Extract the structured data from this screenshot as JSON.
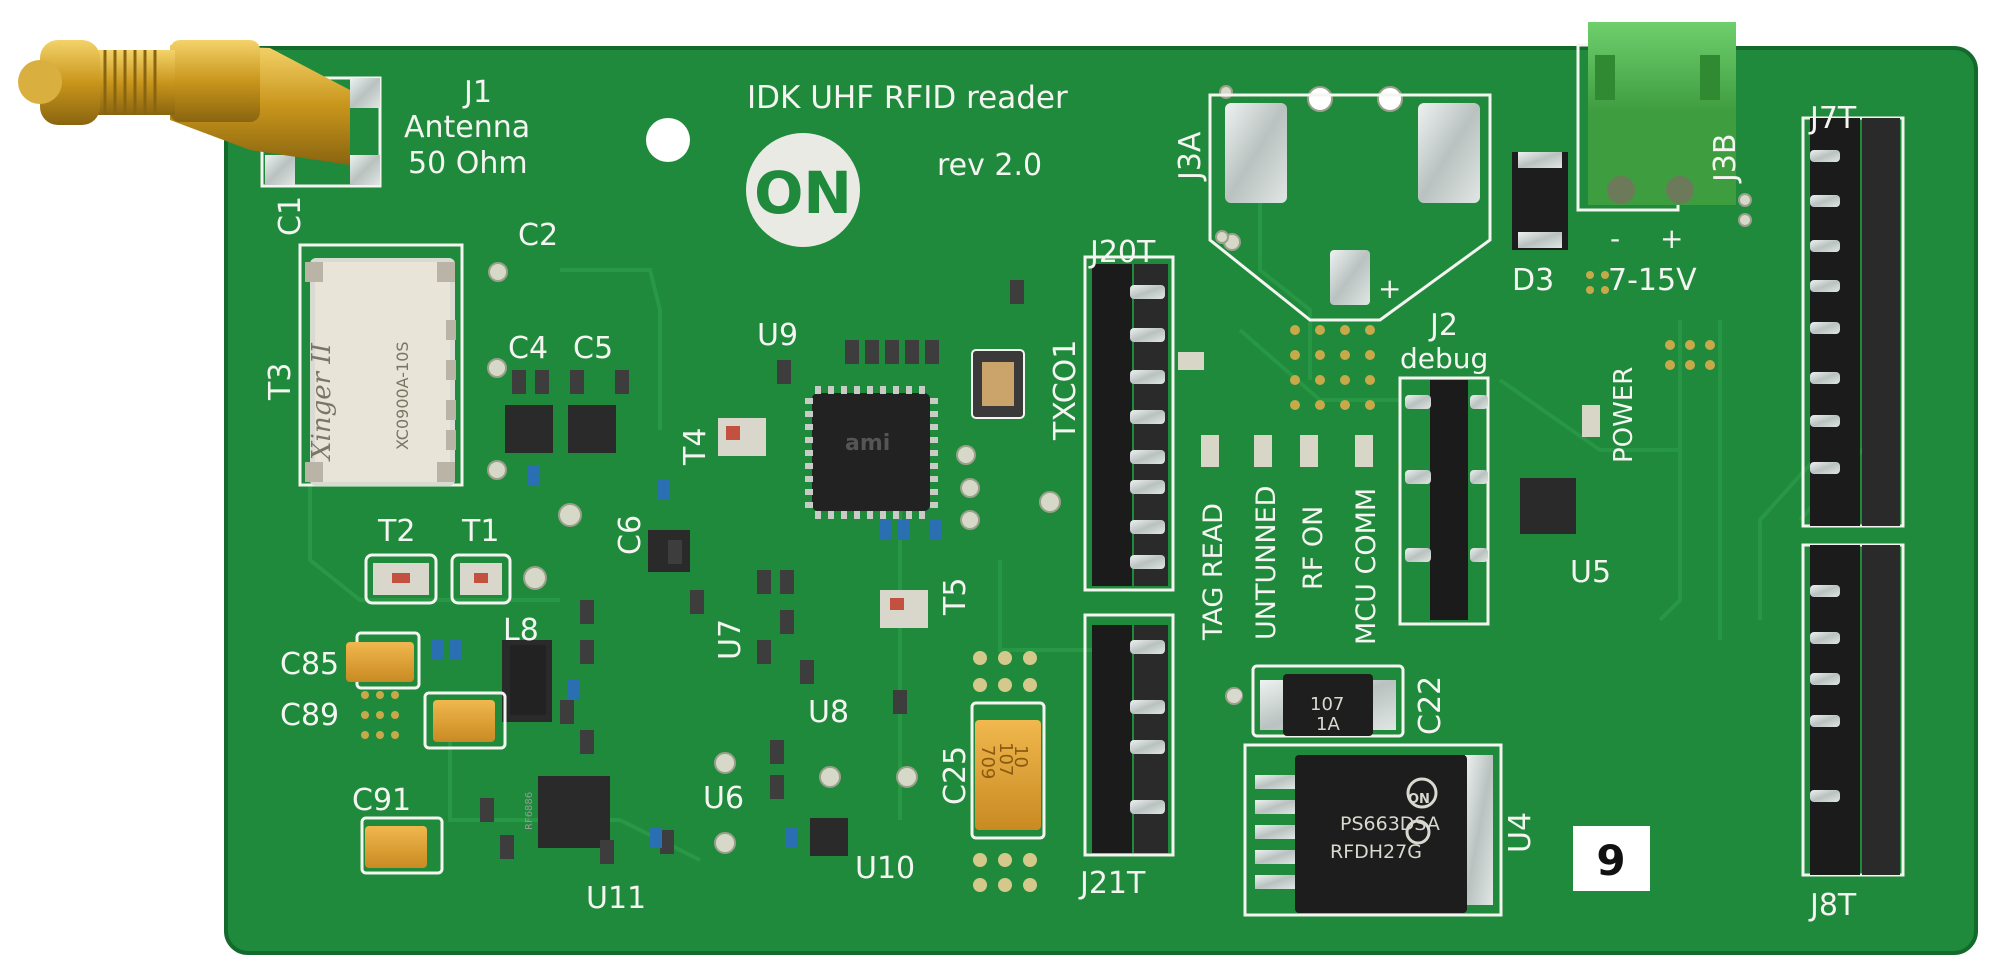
{
  "board": {
    "title_line1": "IDK UHF RFID reader",
    "title_line2": "rev 2.0",
    "logo_text": "ON",
    "sticker_number": "9"
  },
  "designators": {
    "j1": "J1",
    "j1_desc1": "Antenna",
    "j1_desc2": "50 Ohm",
    "c1": "C1",
    "c2": "C2",
    "c4": "C4",
    "c5": "C5",
    "c6": "C6",
    "c22": "C22",
    "c25": "C25",
    "c85": "C85",
    "c89": "C89",
    "c91": "C91",
    "t1": "T1",
    "t2": "T2",
    "t3": "T3",
    "t4": "T4",
    "t5": "T5",
    "l8": "L8",
    "u4": "U4",
    "u5": "U5",
    "u6": "U6",
    "u7": "U7",
    "u8": "U8",
    "u9": "U9",
    "u10": "U10",
    "u11": "U11",
    "txco1": "TXCO1",
    "j20t": "J20T",
    "j21t": "J21T",
    "j7t": "J7T",
    "j8t": "J8T",
    "j3a": "J3A",
    "j3b": "J3B",
    "d3": "D3",
    "j2": "J2",
    "j2_desc": "debug",
    "power": "POWER",
    "voltage": "7-15V",
    "plus": "+",
    "minus": "-",
    "plus2": "+"
  },
  "leds": {
    "tag_read": "TAG READ",
    "untunned": "UNTUNNED",
    "rf_on": "RF ON",
    "mcu_comm": "MCU COMM"
  },
  "component_markings": {
    "coupler_brand": "Xinger II",
    "coupler_part": "XC0900A-10S",
    "mcu_brand": "ami",
    "regulator_line1": "PS663DSA",
    "regulator_line2": "RFDH27G",
    "regulator_logo": "ON",
    "diode_line1": "107",
    "diode_line2": "1A",
    "tant_c25_line1": "107",
    "tant_c25_line2": "10",
    "tant_c25_line3": "709",
    "rf_chip": "RF6886"
  },
  "colors": {
    "pcb": "#1f8a3c",
    "pcb_dark": "#157030",
    "silkscreen": "#f4f4f0",
    "header": "#1b1b1b",
    "sma_gold": "#d4a62a",
    "terminal_green": "#52b353",
    "tantalum": "#e2a43a",
    "pad_silver": "#cfd6d4"
  }
}
